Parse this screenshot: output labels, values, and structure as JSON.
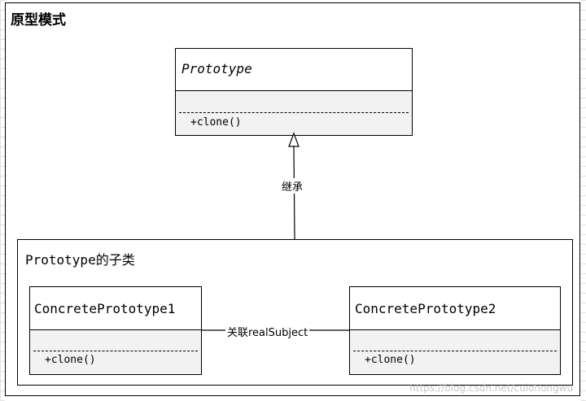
{
  "diagram": {
    "title": "原型模式",
    "parent_class": {
      "name": "Prototype",
      "operation": "+clone()"
    },
    "inherit_label": "继承",
    "subclass_group": {
      "title": "Prototype的子类",
      "classes": [
        {
          "name": "ConcretePrototype1",
          "operation": "+clone()"
        },
        {
          "name": "ConcretePrototype2",
          "operation": "+clone()"
        }
      ]
    },
    "association_label": "关联realSubject"
  },
  "watermark": "https://blog.csdn.net/cuiohongwu"
}
